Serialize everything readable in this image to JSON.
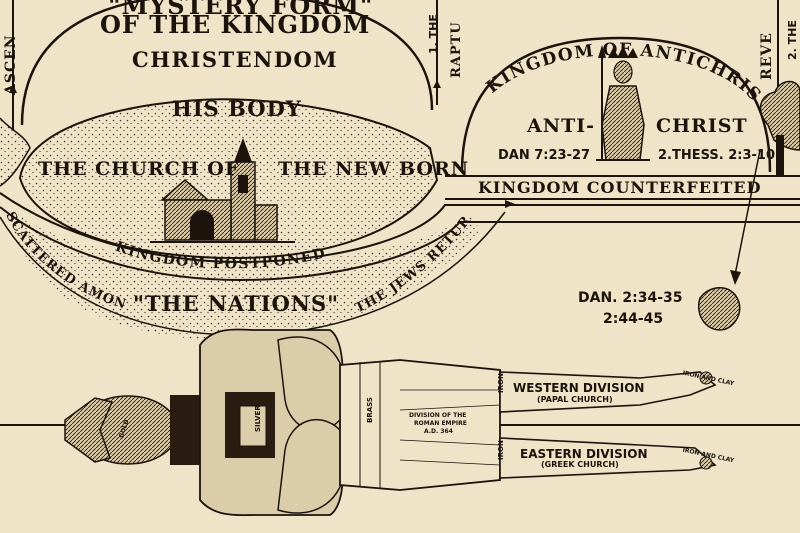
{
  "chart": {
    "mystery_form": "\"MYSTERY FORM\"",
    "of_the_kingdom": "OF THE KINGDOM",
    "christendom": "CHRISTENDOM",
    "his_body": "HIS BODY",
    "church_of": "THE CHURCH OF",
    "new_born": "THE NEW BORN",
    "kingdom_of_antichrist": "KINGDOM OF ANTICHRIST",
    "anti": "ANTI-",
    "christ": "CHRIST",
    "dan_7": "DAN 7:23-27",
    "thess": "2.THESS. 2:3-10",
    "kingdom_counterfeited": "KINGDOM COUNTERFEITED",
    "jews_return": "THE JEWS RETURN",
    "kingdom_postponed": "KINGDOM POSTPONED",
    "scattered_among": "SCATTERED AMONG",
    "the_nations": "\"THE NATIONS\"",
    "ascension": "ASCEN",
    "rapture": "RAPTU",
    "the_1": "1. THE",
    "revelation": "REVE",
    "the_2": "2. THE",
    "dan_2a": "DAN. 2:34-35",
    "dan_2b": "2:44-45"
  },
  "statue": {
    "gold": "GOLD",
    "silver": "SILVER",
    "brass": "BRASS",
    "iron_1": "IRON",
    "iron_2": "IRON",
    "western_division": "WESTERN DIVISION",
    "papal_church": "(PAPAL CHURCH)",
    "eastern_division": "EASTERN DIVISION",
    "greek_church": "(GREEK CHURCH)",
    "division_of_the": "DIVISION OF THE",
    "roman_empire": "ROMAN EMPIRE",
    "ad_364": "A.D. 364",
    "iron_and_clay_1": "IRON AND CLAY",
    "iron_and_clay_2": "IRON AND CLAY"
  },
  "colors": {
    "paper": "#efe3c8",
    "ink": "#1b130c"
  }
}
